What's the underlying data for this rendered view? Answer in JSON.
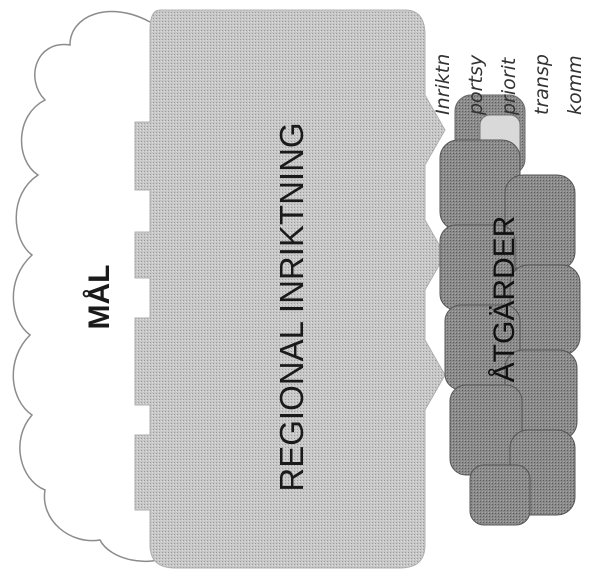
{
  "diagram": {
    "goal_label": "MÅL",
    "direction_label": "REGIONAL INRIKTNING",
    "measures_label": "ÅTGÄRDER",
    "note_lines": [
      "Inriktn",
      "portsy",
      "priorit",
      "transp",
      "komm"
    ]
  }
}
